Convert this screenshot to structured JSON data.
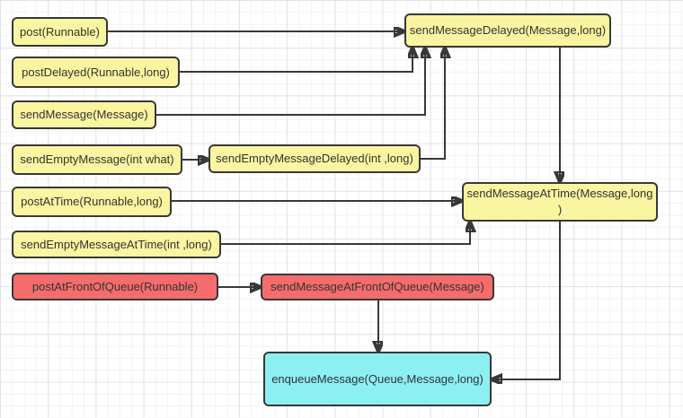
{
  "diagram": {
    "nodes": [
      {
        "id": "post",
        "label": "post(Runnable)",
        "color": "yellow"
      },
      {
        "id": "postDelayed",
        "label": "postDelayed(Runnable,long)",
        "color": "yellow"
      },
      {
        "id": "sendMessage",
        "label": "sendMessage(Message)",
        "color": "yellow"
      },
      {
        "id": "sendEmptyMessage",
        "label": "sendEmptyMessage(int what)",
        "color": "yellow"
      },
      {
        "id": "sendEmptyMessageDelayed",
        "label": "sendEmptyMessageDelayed(int ,long)",
        "color": "yellow"
      },
      {
        "id": "postAtTime",
        "label": "postAtTime(Runnable,long)",
        "color": "yellow"
      },
      {
        "id": "sendEmptyMessageAtTime",
        "label": "sendEmptyMessageAtTime(int ,long)",
        "color": "yellow"
      },
      {
        "id": "postAtFrontOfQueue",
        "label": "postAtFrontOfQueue(Runnable)",
        "color": "red"
      },
      {
        "id": "sendMessageAtFrontOfQueue",
        "label": "sendMessageAtFrontOfQueue(Message)",
        "color": "red"
      },
      {
        "id": "sendMessageDelayed",
        "label": "sendMessageDelayed(Message,long)",
        "color": "yellow"
      },
      {
        "id": "sendMessageAtTime",
        "label": "sendMessageAtTime(Message,long\n)",
        "color": "yellow"
      },
      {
        "id": "enqueueMessage",
        "label": "enqueueMessage(Queue,Message,long)",
        "color": "cyan"
      }
    ],
    "edges": [
      {
        "from": "post",
        "to": "sendMessageDelayed"
      },
      {
        "from": "postDelayed",
        "to": "sendMessageDelayed"
      },
      {
        "from": "sendMessage",
        "to": "sendMessageDelayed"
      },
      {
        "from": "sendEmptyMessage",
        "to": "sendEmptyMessageDelayed"
      },
      {
        "from": "sendEmptyMessageDelayed",
        "to": "sendMessageDelayed"
      },
      {
        "from": "sendMessageDelayed",
        "to": "sendMessageAtTime"
      },
      {
        "from": "postAtTime",
        "to": "sendMessageAtTime"
      },
      {
        "from": "sendEmptyMessageAtTime",
        "to": "sendMessageAtTime"
      },
      {
        "from": "postAtFrontOfQueue",
        "to": "sendMessageAtFrontOfQueue"
      },
      {
        "from": "sendMessageAtFrontOfQueue",
        "to": "enqueueMessage"
      },
      {
        "from": "sendMessageAtTime",
        "to": "enqueueMessage"
      }
    ],
    "colors": {
      "node_yellow": "#faf5a0",
      "node_red": "#f56c6c",
      "node_cyan": "#8cf0f2",
      "stroke": "#383838",
      "text": "#333333",
      "grid_minor": "#f2f2f2",
      "grid_major": "#e3e3e3"
    }
  }
}
